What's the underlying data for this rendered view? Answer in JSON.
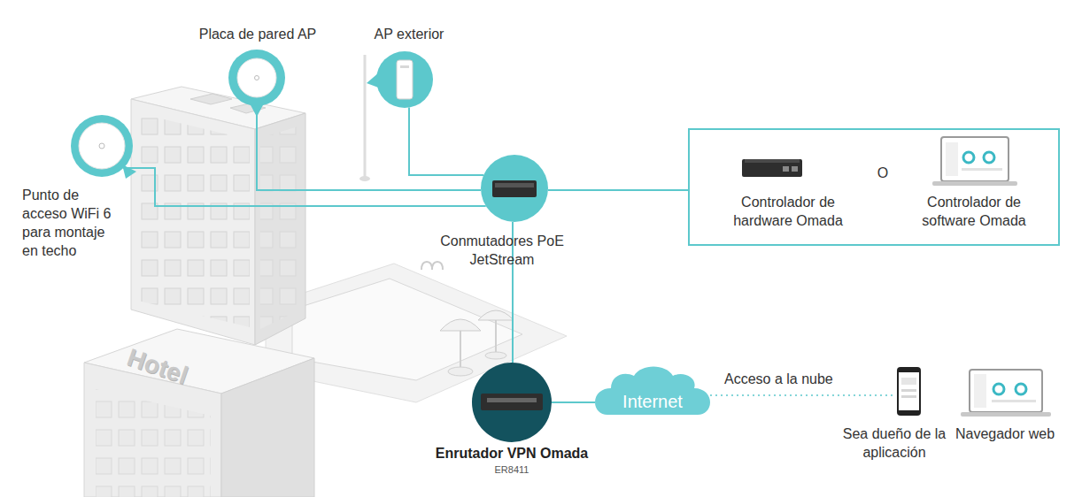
{
  "diagram": {
    "nodes": [
      {
        "text": [
          "Placa de pared AP"
        ]
      },
      {
        "text": [
          "AP exterior"
        ]
      },
      {
        "text": [
          "Punto de acceso WiFi 6 para montaje en techo"
        ]
      },
      {
        "text": [
          "Conmutadores PoE JetStream"
        ]
      },
      {
        "text": [
          "O"
        ]
      },
      {
        "text": [
          "Controlador de hardware Omada"
        ],
        "in": 4
      },
      {
        "text": [
          "Controlador de software Omada"
        ],
        "in": 4
      },
      {
        "text": [
          "Enrutador VPN Omada",
          "ER8411"
        ]
      },
      {
        "text": [
          "Internet"
        ]
      },
      {
        "text": [
          "Sea dueño de la aplicación"
        ]
      },
      {
        "text": [
          "Navegador web"
        ]
      }
    ],
    "edges": [
      {
        "from": 2,
        "to": 3,
        "arrow": "none"
      },
      {
        "from": 0,
        "to": 3,
        "arrow": "none"
      },
      {
        "from": 1,
        "to": 3,
        "arrow": "none"
      },
      {
        "from": 3,
        "to": 4,
        "arrow": "none"
      },
      {
        "from": 3,
        "to": 7,
        "arrow": "none"
      },
      {
        "from": 7,
        "to": 8,
        "arrow": "none"
      },
      {
        "from": 8,
        "to": 9,
        "label": "Acceso a la nube",
        "arrow": "none"
      }
    ],
    "labels": [
      "Hotel"
    ]
  }
}
